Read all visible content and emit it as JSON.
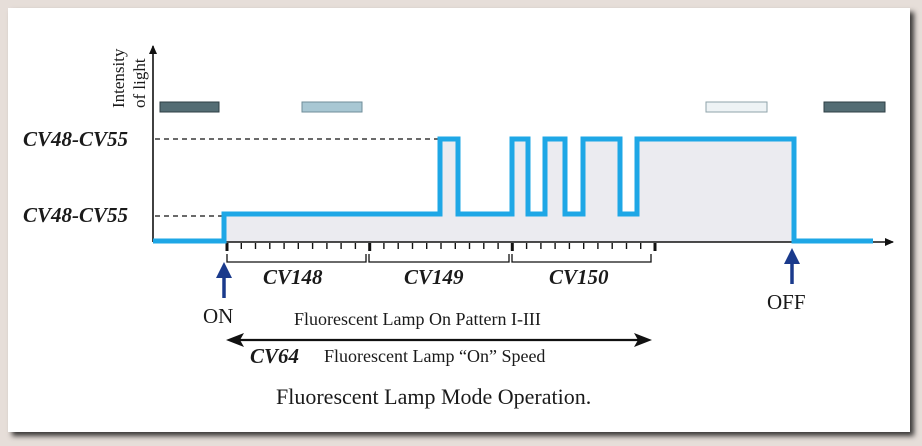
{
  "diagram": {
    "axis": {
      "y_label_line1": "Intensity",
      "y_label_line2": "of light"
    },
    "levels": {
      "high_label": "CV48-CV55",
      "low_label": "CV48-CV55"
    },
    "segments": [
      {
        "label": "CV148"
      },
      {
        "label": "CV149"
      },
      {
        "label": "CV150"
      }
    ],
    "markers": {
      "on": "ON",
      "off": "OFF"
    },
    "pattern_label": "Fluorescent Lamp On Pattern I-III",
    "speed": {
      "cv": "CV64",
      "text": "Fluorescent Lamp “On” Speed"
    },
    "caption": "Fluorescent Lamp Mode Operation.",
    "lamp_swatches": [
      {
        "name": "lamp-off-dark-left",
        "color": "#546d74"
      },
      {
        "name": "lamp-dim-light",
        "color": "#a8c7d3"
      },
      {
        "name": "lamp-bright-light",
        "color": "#eef3f5"
      },
      {
        "name": "lamp-off-dark-right",
        "color": "#546d74"
      }
    ],
    "colors": {
      "signal": "#1ea7e6",
      "fill": "#ebebf0",
      "arrow": "#1a3a8c"
    }
  }
}
